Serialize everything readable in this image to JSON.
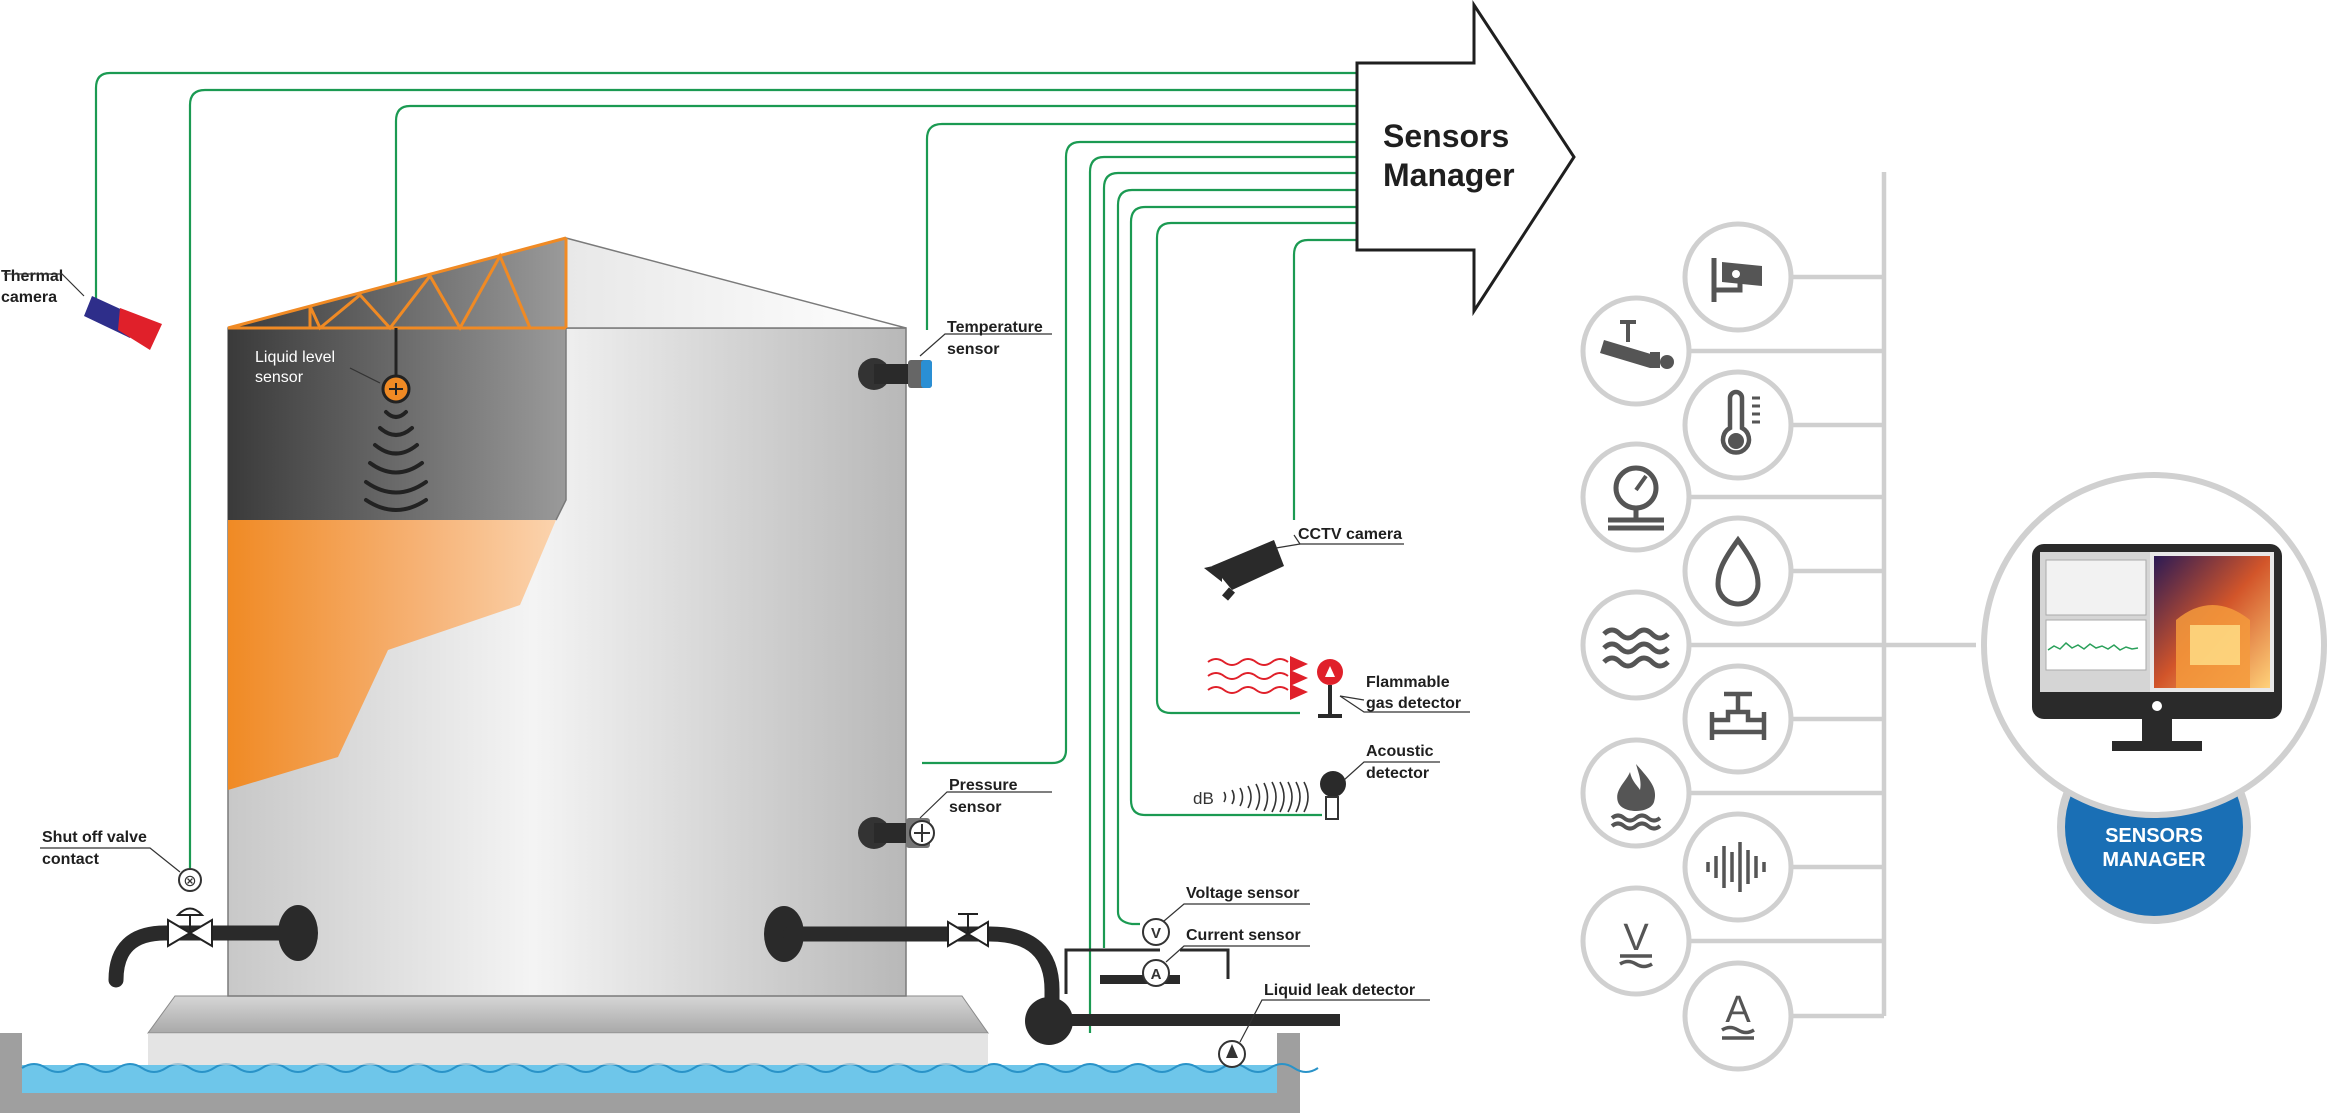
{
  "diagram": {
    "manager_arrow": {
      "line1": "Sensors",
      "line2": "Manager"
    },
    "labels": {
      "thermal_camera": [
        "Thermal",
        "camera"
      ],
      "liquid_level_sensor": [
        "Liquid level",
        "sensor"
      ],
      "temperature_sensor": [
        "Temperature",
        "sensor"
      ],
      "pressure_sensor": [
        "Pressure",
        "sensor"
      ],
      "shut_off_valve": [
        "Shut off valve",
        "contact"
      ],
      "cctv_camera": "CCTV camera",
      "flammable_gas_detector": [
        "Flammable",
        "gas detector"
      ],
      "acoustic_detector": [
        "Acoustic",
        "detector"
      ],
      "db": "dB",
      "voltage_sensor": "Voltage sensor",
      "current_sensor": "Current sensor",
      "liquid_leak_detector": "Liquid leak detector"
    },
    "gauge_letters": {
      "valve": "⊗",
      "voltage": "V",
      "current": "A"
    },
    "icon_column": {
      "icons": [
        "cctv-camera-icon",
        "thermal-camera-icon",
        "thermometer-icon",
        "pressure-gauge-icon",
        "liquid-drop-icon",
        "waves-icon",
        "valve-icon",
        "flame-icon",
        "sound-wave-icon",
        "voltage-icon",
        "current-icon"
      ],
      "letters": {
        "voltage": "V",
        "current": "A"
      }
    },
    "monitor_badge": {
      "line1": "SENSORS",
      "line2": "MANAGER"
    },
    "colors": {
      "wire": "#1b9a52",
      "orange": "#f08a24",
      "badge": "#1a6fb5",
      "icon_gray": "#555555"
    }
  }
}
